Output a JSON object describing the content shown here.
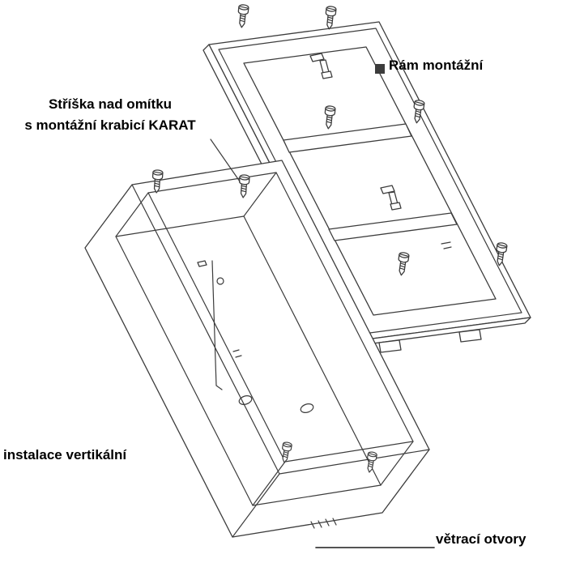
{
  "diagram": {
    "colors": {
      "background": "#ffffff",
      "line_color": "#3c3c3c",
      "text_color": "#000000"
    },
    "labels": {
      "canopy_line1": "Stříška nad omítku",
      "canopy_line2": "s montážní krabicí KARAT",
      "frame": "Rám montážní",
      "installation": "instalace vertikální",
      "vents": "větrací otvory"
    }
  }
}
